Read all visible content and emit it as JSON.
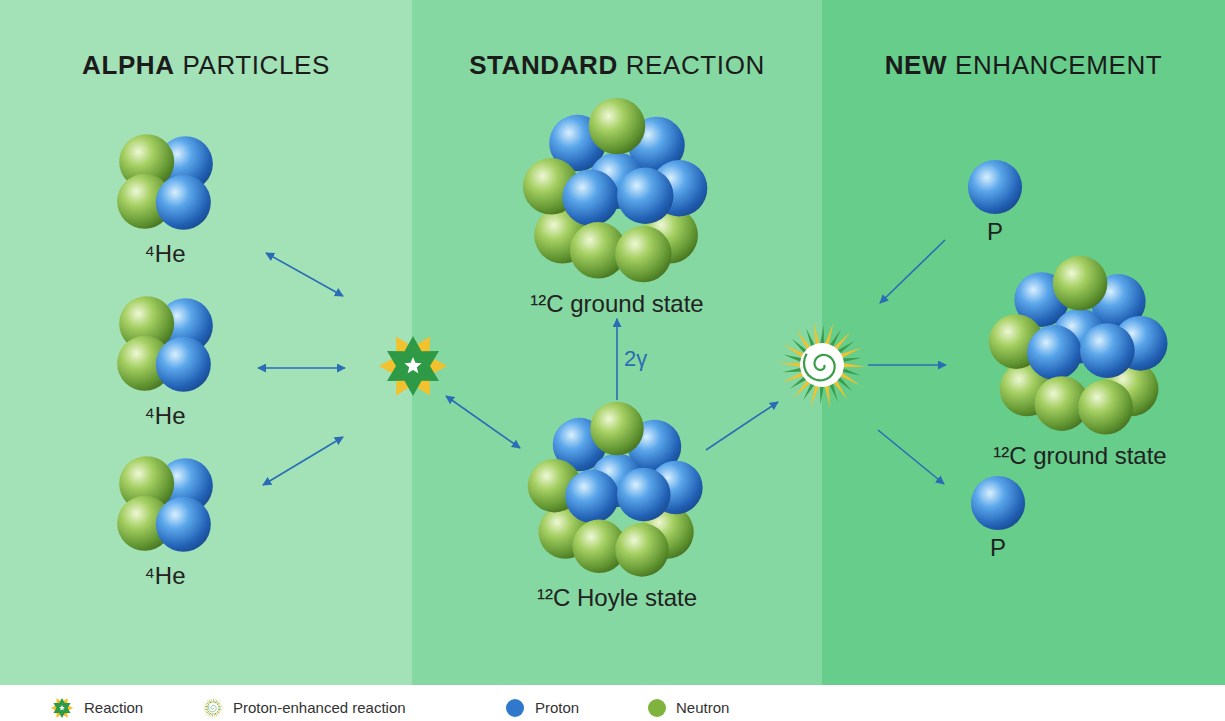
{
  "diagram": {
    "nodes": [
      {
        "text": [
          "ALPHA PARTICLES"
        ]
      },
      {
        "text": [
          "STANDARD REACTION"
        ]
      },
      {
        "text": [
          "NEW ENHANCEMENT"
        ]
      },
      {
        "text": [
          "⁴He"
        ],
        "in": 0
      },
      {
        "text": [
          "⁴He"
        ],
        "in": 0
      },
      {
        "text": [
          "⁴He"
        ],
        "in": 0
      },
      {
        "text": [
          "¹²C ground state"
        ],
        "in": 1
      },
      {
        "text": [
          "¹²C Hoyle state"
        ],
        "in": 1
      },
      {
        "text": [
          "P"
        ],
        "in": 2
      },
      {
        "text": [
          "¹²C ground state"
        ],
        "in": 2
      },
      {
        "text": [
          "P"
        ],
        "in": 2
      }
    ],
    "edges": [
      {
        "from": 7,
        "to": 6,
        "arrow": "to",
        "label": "2γ"
      }
    ],
    "legend": [
      {
        "text": "Reaction"
      },
      {
        "text": "Proton-enhanced reaction"
      },
      {
        "text": "Proton",
        "color": "#2f78cc"
      },
      {
        "text": "Neutron",
        "color": "#7fb33e"
      }
    ]
  }
}
